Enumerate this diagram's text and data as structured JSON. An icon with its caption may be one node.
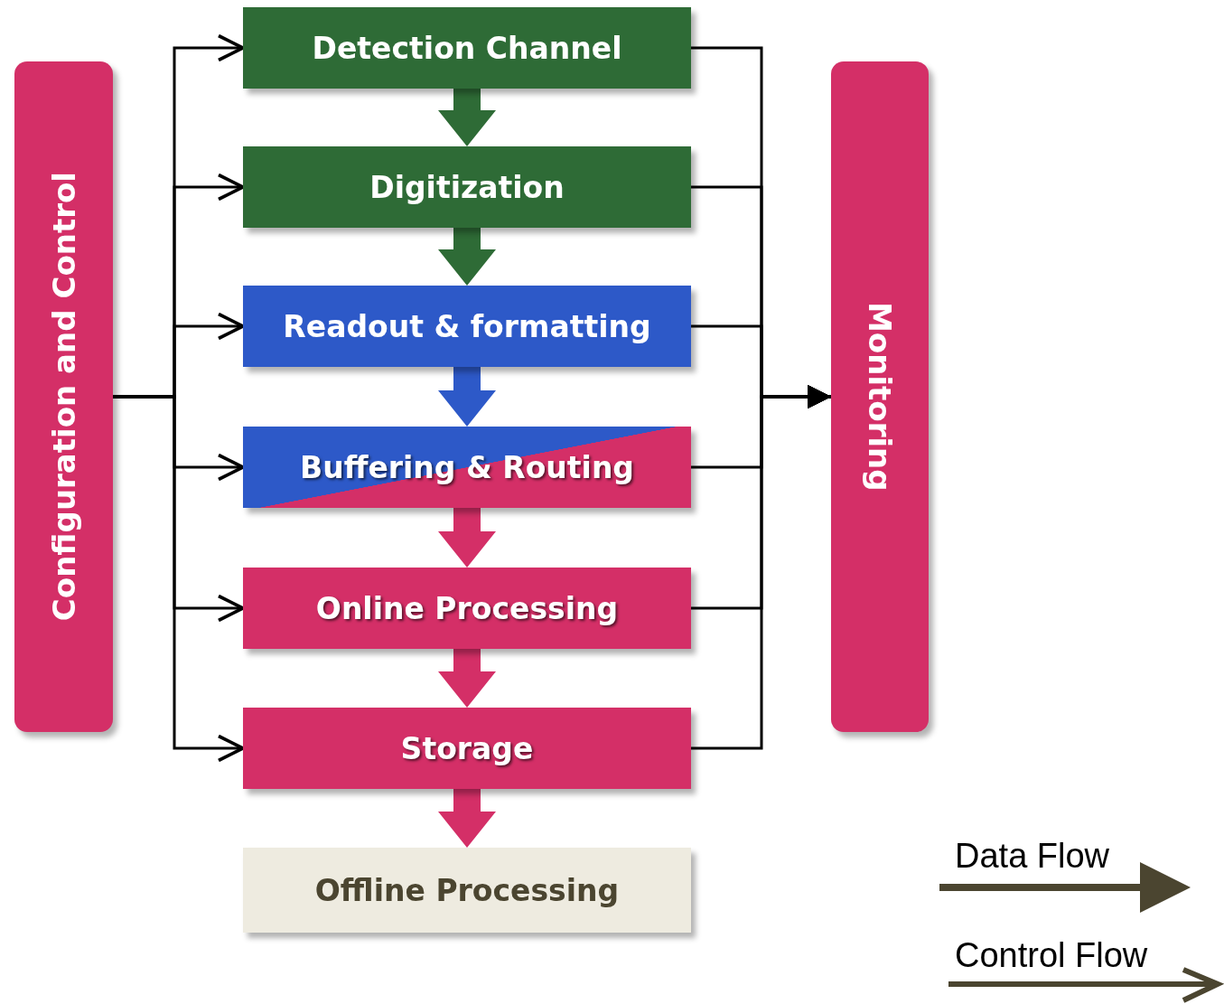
{
  "diagram": {
    "nodes": [
      {
        "text": [
          "Configuration and Control"
        ]
      },
      {
        "text": [
          "Detection Channel"
        ]
      },
      {
        "text": [
          "Digitization"
        ]
      },
      {
        "text": [
          "Readout & formatting"
        ]
      },
      {
        "text": [
          "Buffering & Routing"
        ]
      },
      {
        "text": [
          "Online Processing"
        ]
      },
      {
        "text": [
          "Storage"
        ]
      },
      {
        "text": [
          "Offline Processing"
        ]
      },
      {
        "text": [
          "Monitoring"
        ]
      }
    ],
    "edges": [
      {
        "from": 0,
        "to": 1,
        "arrow": "to"
      },
      {
        "from": 0,
        "to": 2,
        "arrow": "to"
      },
      {
        "from": 0,
        "to": 3,
        "arrow": "to"
      },
      {
        "from": 0,
        "to": 4,
        "arrow": "to"
      },
      {
        "from": 0,
        "to": 5,
        "arrow": "to"
      },
      {
        "from": 0,
        "to": 6,
        "arrow": "to"
      },
      {
        "from": 1,
        "to": 2,
        "arrow": "to",
        "style": "thick",
        "color": "#2e6b36"
      },
      {
        "from": 2,
        "to": 3,
        "arrow": "to",
        "style": "thick",
        "color": "#2e6b36"
      },
      {
        "from": 3,
        "to": 4,
        "arrow": "to",
        "style": "thick",
        "color": "#2d59c8"
      },
      {
        "from": 4,
        "to": 5,
        "arrow": "to",
        "style": "thick",
        "color": "#d42f67"
      },
      {
        "from": 5,
        "to": 6,
        "arrow": "to",
        "style": "thick",
        "color": "#d42f67"
      },
      {
        "from": 6,
        "to": 7,
        "arrow": "to",
        "style": "thick",
        "color": "#d42f67"
      },
      {
        "from": 1,
        "to": 8,
        "arrow": "to"
      },
      {
        "from": 2,
        "to": 8,
        "arrow": "to"
      },
      {
        "from": 3,
        "to": 8,
        "arrow": "to"
      },
      {
        "from": 4,
        "to": 8,
        "arrow": "to"
      },
      {
        "from": 5,
        "to": 8,
        "arrow": "to"
      },
      {
        "from": 6,
        "to": 8,
        "arrow": "to"
      }
    ],
    "legend": [
      {
        "text": "Data Flow"
      },
      {
        "text": "Control Flow"
      }
    ]
  }
}
